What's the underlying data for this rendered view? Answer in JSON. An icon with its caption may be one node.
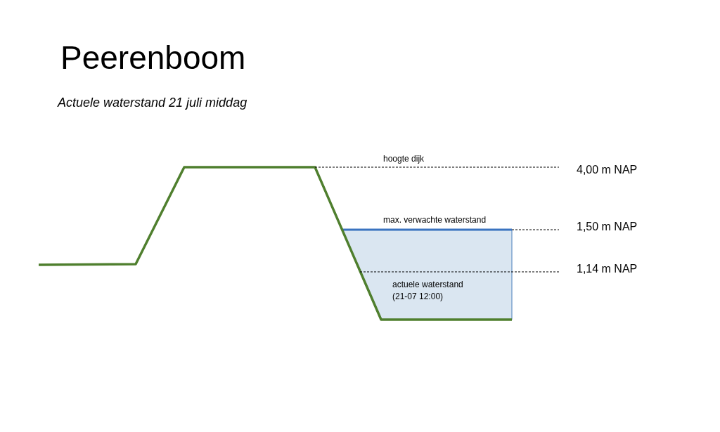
{
  "diagram": {
    "title": "Peerenboom",
    "labels": [
      "Actuele waterstand 21 juli middag",
      "hoogte dijk",
      "4,00 m NAP",
      "max. verwachte waterstand",
      "1,50 m NAP",
      "1,14 m NAP",
      "actuele waterstand (21-07 12:00)"
    ]
  }
}
